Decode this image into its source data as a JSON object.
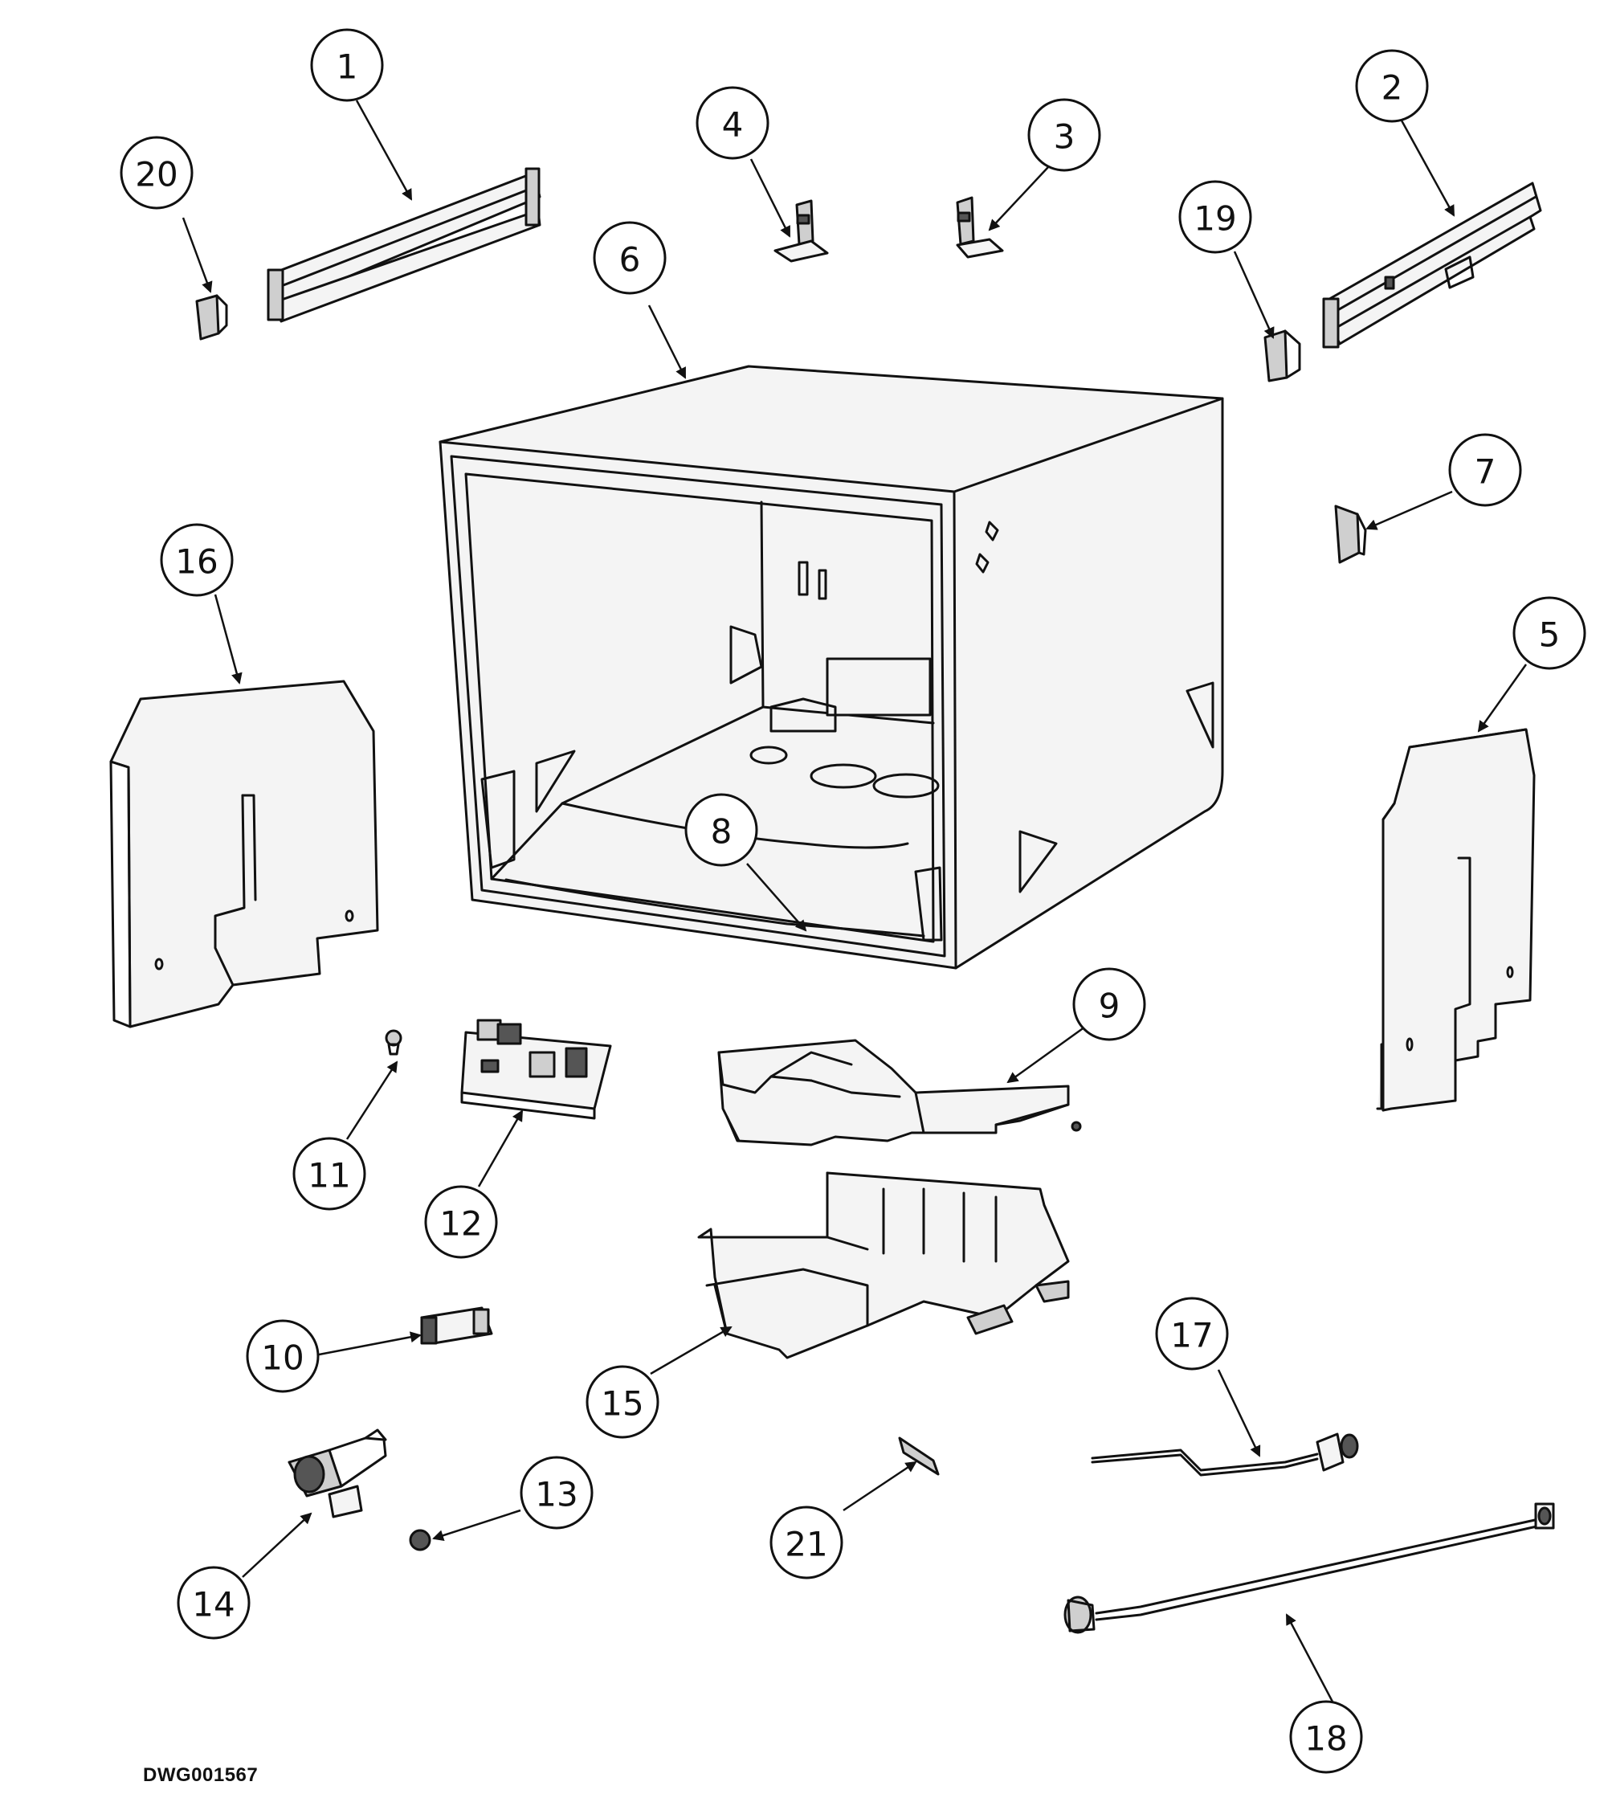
{
  "drawing_id": "DWG001567",
  "callouts": [
    {
      "label": "1"
    },
    {
      "label": "2"
    },
    {
      "label": "3"
    },
    {
      "label": "4"
    },
    {
      "label": "5"
    },
    {
      "label": "6"
    },
    {
      "label": "7"
    },
    {
      "label": "8"
    },
    {
      "label": "9"
    },
    {
      "label": "10"
    },
    {
      "label": "11"
    },
    {
      "label": "12"
    },
    {
      "label": "13"
    },
    {
      "label": "14"
    },
    {
      "label": "15"
    },
    {
      "label": "16"
    },
    {
      "label": "17"
    },
    {
      "label": "18"
    },
    {
      "label": "19"
    },
    {
      "label": "20"
    },
    {
      "label": "21"
    }
  ]
}
